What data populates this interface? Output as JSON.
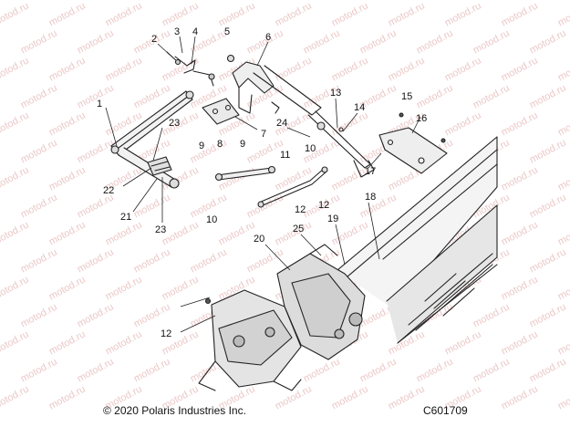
{
  "watermark": "motod.ru",
  "callouts": [
    "1",
    "2",
    "3",
    "4",
    "5",
    "6",
    "7",
    "8",
    "9",
    "9",
    "10",
    "10",
    "11",
    "12",
    "12",
    "12",
    "13",
    "14",
    "15",
    "16",
    "17",
    "18",
    "19",
    "20",
    "21",
    "22",
    "23",
    "23",
    "24",
    "25"
  ],
  "footer": {
    "copyright": "© 2020 Polaris Industries Inc.",
    "part_number": "C601709"
  }
}
